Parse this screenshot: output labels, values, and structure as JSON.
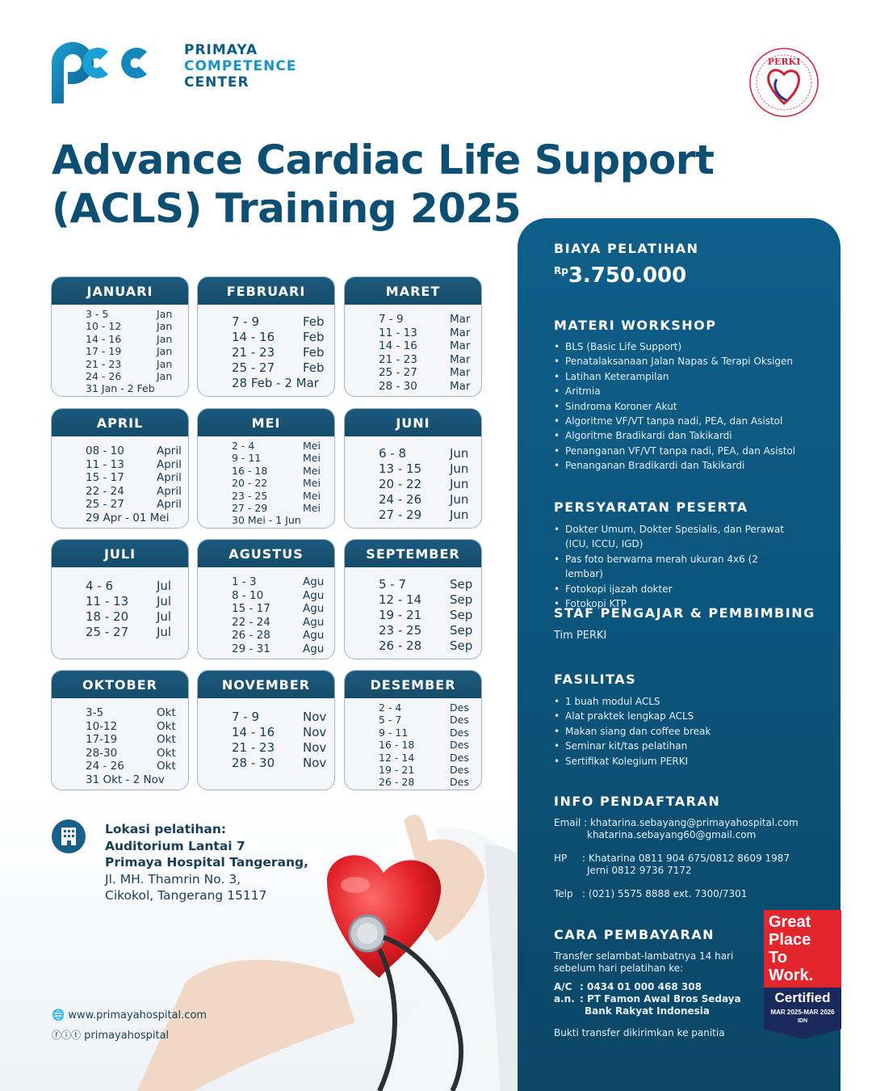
{
  "logo": {
    "line1": "PRIMAYA",
    "line2": "COMPETENCE",
    "line3": "CENTER"
  },
  "perki_badge": {
    "label": "PERKI"
  },
  "title": {
    "line1": "Advance Cardiac Life Support",
    "line2": "(ACLS) Training 2025"
  },
  "months": [
    {
      "name": "JANUARI",
      "rows": [
        [
          "3 - 5",
          "Jan"
        ],
        [
          "10 - 12",
          "Jan"
        ],
        [
          "14 - 16",
          "Jan"
        ],
        [
          "17 - 19",
          "Jan"
        ],
        [
          "21 - 23",
          "Jan"
        ],
        [
          "24 - 26",
          "Jan"
        ],
        [
          "31 Jan - 2 Feb",
          ""
        ]
      ]
    },
    {
      "name": "FEBRUARI",
      "rows": [
        [
          "7 - 9",
          "Feb"
        ],
        [
          "14 - 16",
          "Feb"
        ],
        [
          "21 - 23",
          "Feb"
        ],
        [
          "25 - 27",
          "Feb"
        ],
        [
          "28 Feb - 2 Mar",
          ""
        ]
      ]
    },
    {
      "name": "MARET",
      "rows": [
        [
          "7 - 9",
          "Mar"
        ],
        [
          "11 - 13",
          "Mar"
        ],
        [
          "14 - 16",
          "Mar"
        ],
        [
          "21 - 23",
          "Mar"
        ],
        [
          "25 - 27",
          "Mar"
        ],
        [
          "28 - 30",
          "Mar"
        ]
      ]
    },
    {
      "name": "APRIL",
      "rows": [
        [
          "08 - 10",
          "April"
        ],
        [
          "11 - 13",
          "April"
        ],
        [
          "15 - 17",
          "April"
        ],
        [
          "22 - 24",
          "April"
        ],
        [
          "25 - 27",
          "April"
        ],
        [
          "29 Apr - 01 Mei",
          ""
        ]
      ]
    },
    {
      "name": "MEI",
      "rows": [
        [
          "2 - 4",
          "Mei"
        ],
        [
          "9 - 11",
          "Mei"
        ],
        [
          "16 - 18",
          "Mei"
        ],
        [
          "20 - 22",
          "Mei"
        ],
        [
          "23 - 25",
          "Mei"
        ],
        [
          "27 - 29",
          "Mei"
        ],
        [
          "30 Mei - 1 Jun",
          ""
        ]
      ]
    },
    {
      "name": "JUNI",
      "rows": [
        [
          "6 - 8",
          "Jun"
        ],
        [
          "13 - 15",
          "Jun"
        ],
        [
          "20 - 22",
          "Jun"
        ],
        [
          "24 - 26",
          "Jun"
        ],
        [
          "27 - 29",
          "Jun"
        ]
      ]
    },
    {
      "name": "JULI",
      "rows": [
        [
          "4 - 6",
          "Jul"
        ],
        [
          "11 - 13",
          "Jul"
        ],
        [
          "18 - 20",
          "Jul"
        ],
        [
          "25 - 27",
          "Jul"
        ]
      ]
    },
    {
      "name": "AGUSTUS",
      "rows": [
        [
          "1 - 3",
          "Agu"
        ],
        [
          "8 - 10",
          "Agu"
        ],
        [
          "15 - 17",
          "Agu"
        ],
        [
          "22 - 24",
          "Agu"
        ],
        [
          "26 - 28",
          "Agu"
        ],
        [
          "29 - 31",
          "Agu"
        ]
      ]
    },
    {
      "name": "SEPTEMBER",
      "rows": [
        [
          "5 - 7",
          "Sep"
        ],
        [
          "12 - 14",
          "Sep"
        ],
        [
          "19 - 21",
          "Sep"
        ],
        [
          "23 - 25",
          "Sep"
        ],
        [
          "26 - 28",
          "Sep"
        ]
      ]
    },
    {
      "name": "OKTOBER",
      "rows": [
        [
          "3-5",
          "Okt"
        ],
        [
          "10-12",
          "Okt"
        ],
        [
          "17-19",
          "Okt"
        ],
        [
          "28-30",
          "Okt"
        ],
        [
          "24 - 26",
          "Okt"
        ],
        [
          "31 Okt - 2 Nov",
          ""
        ]
      ]
    },
    {
      "name": "NOVEMBER",
      "rows": [
        [
          "7 - 9",
          "Nov"
        ],
        [
          "14 - 16",
          "Nov"
        ],
        [
          "21 - 23",
          "Nov"
        ],
        [
          "28 - 30",
          "Nov"
        ]
      ]
    },
    {
      "name": "DESEMBER",
      "rows": [
        [
          "2 - 4",
          "Des"
        ],
        [
          "5 - 7",
          "Des"
        ],
        [
          "9 - 11",
          "Des"
        ],
        [
          "16 - 18",
          "Des"
        ],
        [
          "12 - 14",
          "Des"
        ],
        [
          "19 - 21",
          "Des"
        ],
        [
          "26 - 28",
          "Des"
        ]
      ]
    }
  ],
  "biaya": {
    "heading": "BIAYA PELATIHAN",
    "currency": "Rp",
    "amount": "3.750.000"
  },
  "materi": {
    "heading": "MATERI WORKSHOP",
    "items": [
      "BLS (Basic Life Support)",
      "Penatalaksanaan Jalan Napas & Terapi Oksigen",
      "Latihan Keterampilan",
      "Aritmia",
      "Sindroma Koroner Akut",
      "Algoritme VF/VT tanpa nadi, PEA, dan Asistol",
      "Algoritme Bradikardi dan Takikardi",
      "Penanganan VF/VT tanpa nadi, PEA, dan Asistol",
      "Penanganan Bradikardi dan Takikardi"
    ]
  },
  "syarat": {
    "heading": "PERSYARATAN PESERTA",
    "items": [
      "Dokter Umum, Dokter Spesialis, dan Perawat (ICU, ICCU, IGD)",
      "Pas foto berwarna merah ukuran 4x6 (2 lembar)",
      "Fotokopi ijazah dokter",
      "Fotokopi KTP"
    ]
  },
  "staf": {
    "heading": "STAF PENGAJAR & PEMBIMBING",
    "text": "Tim PERKI"
  },
  "fasilitas": {
    "heading": "FASILITAS",
    "items": [
      "1 buah modul ACLS",
      "Alat praktek lengkap ACLS",
      "Makan siang dan coffee break",
      "Seminar kit/tas pelatihan",
      "Sertifikat Kolegium PERKI"
    ]
  },
  "info": {
    "heading": "INFO PENDAFTARAN",
    "email_label": "Email :",
    "email1": "khatarina.sebayang@primayahospital.com",
    "email2": "khatarina.sebayang60@gmail.com",
    "hp_label": "HP",
    "hp1": ": Khatarina 0811 904 675/0812 8609 1987",
    "hp2": "Jerni 0812 9736 7172",
    "telp_label": "Telp",
    "telp": ": (021) 5575 8888 ext. 7300/7301"
  },
  "bayar": {
    "heading": "CARA PEMBAYARAN",
    "intro1": "Transfer selambat-lambatnya 14 hari",
    "intro2": "sebelum hari pelatihan ke:",
    "ac_label": "A/C",
    "ac": ": 0434 01 000 468 308",
    "an_label": "a.n.",
    "an1": ": PT Famon Awal Bros Sedaya",
    "an2": "Bank Rakyat Indonesia",
    "note": "Bukti transfer dikirimkan ke panitia"
  },
  "lokasi": {
    "l1": "Lokasi pelatihan:",
    "l2": "Auditorium Lantai 7",
    "l3": "Primaya Hospital Tangerang,",
    "l4": "Jl. MH. Thamrin No. 3,",
    "l5": "Cikokol, Tangerang 15117"
  },
  "contact": {
    "web": "www.primayahospital.com",
    "social": "primayahospital"
  },
  "gptw": {
    "l1": "Great",
    "l2": "Place",
    "l3": "To",
    "l4": "Work.",
    "cert": "Certified",
    "period": "MAR 2025-MAR 2026",
    "country": "IDN"
  },
  "colors": {
    "primary": "#0d4f73",
    "accent": "#1a93c6",
    "panel": "#0e5f8a",
    "gptw_red": "#e3262e",
    "gptw_navy": "#1b2a5c"
  }
}
